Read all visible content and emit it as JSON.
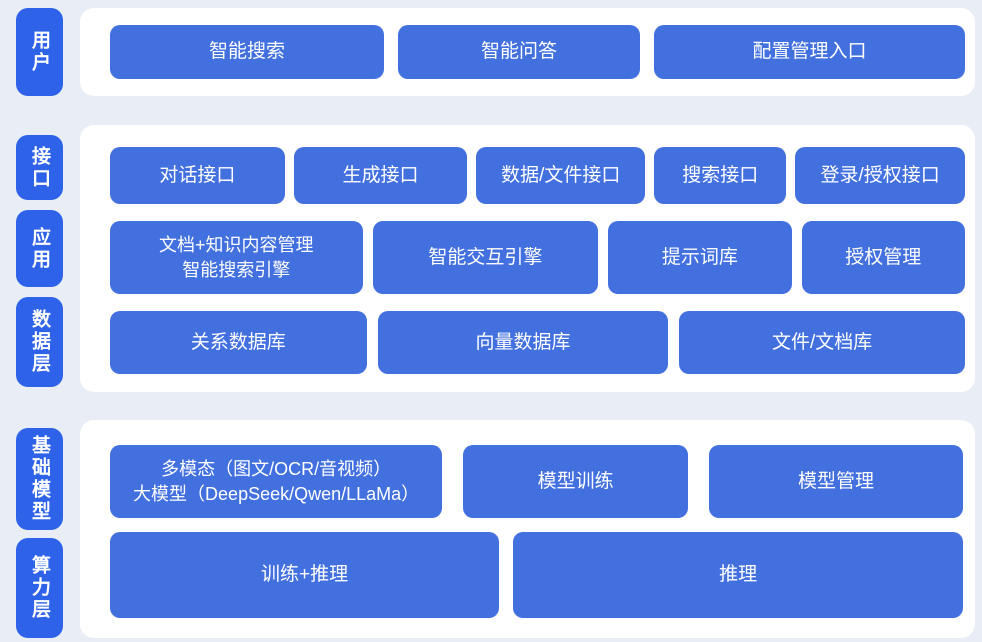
{
  "colors": {
    "background": "#e9eef6",
    "panel": "#ffffff",
    "label_blue": "#2d62e9",
    "box_blue": "#4270df",
    "text_white": "#ffffff"
  },
  "sections": [
    {
      "labels": [
        {
          "text": "用户"
        }
      ],
      "rows": [
        {
          "boxes": [
            {
              "label": "智能搜索"
            },
            {
              "label": "智能问答"
            },
            {
              "label": "配置管理入口"
            }
          ]
        }
      ]
    },
    {
      "labels": [
        {
          "text": "接口"
        },
        {
          "text": "应用"
        },
        {
          "text": "数据层"
        }
      ],
      "rows": [
        {
          "boxes": [
            {
              "label": "对话接口"
            },
            {
              "label": "生成接口"
            },
            {
              "label": "数据/文件接口"
            },
            {
              "label": "搜索接口"
            },
            {
              "label": "登录/授权接口"
            }
          ]
        },
        {
          "boxes": [
            {
              "line1": "文档+知识内容管理",
              "line2": "智能搜索引擎"
            },
            {
              "label": "智能交互引擎"
            },
            {
              "label": "提示词库"
            },
            {
              "label": "授权管理"
            }
          ]
        },
        {
          "boxes": [
            {
              "label": "关系数据库"
            },
            {
              "label": "向量数据库"
            },
            {
              "label": "文件/文档库"
            }
          ]
        }
      ]
    },
    {
      "labels": [
        {
          "text": "基础模型"
        },
        {
          "text": "算力层"
        }
      ],
      "rows": [
        {
          "boxes": [
            {
              "line1": "多模态（图文/OCR/音视频）",
              "line2": "大模型（DeepSeek/Qwen/LLaMa）"
            },
            {
              "label": "模型训练"
            },
            {
              "label": "模型管理"
            }
          ]
        },
        {
          "boxes": [
            {
              "label": "训练+推理"
            },
            {
              "label": "推理"
            }
          ]
        }
      ]
    }
  ]
}
